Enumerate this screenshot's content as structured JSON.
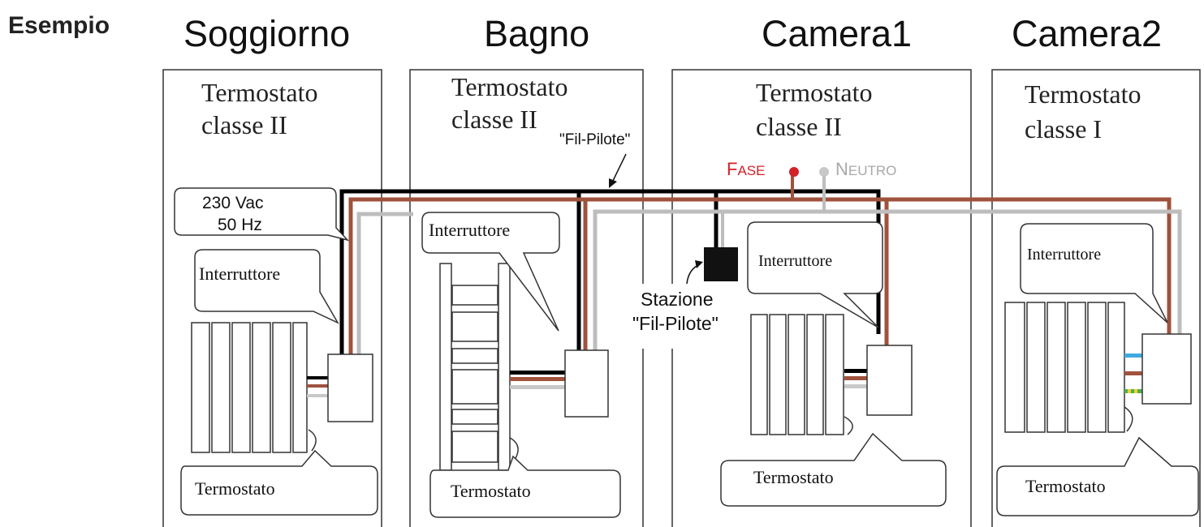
{
  "example_label": "Esempio",
  "rooms": [
    {
      "title": "Soggiorno",
      "thermostat_type": [
        "Termostato",
        "classe II"
      ],
      "switch_label": "Interruttore",
      "thermostat_label": "Termostato"
    },
    {
      "title": "Bagno",
      "thermostat_type": [
        "Termostato",
        "classe II"
      ],
      "switch_label": "Interruttore",
      "thermostat_label": "Termostato"
    },
    {
      "title": "Camera1",
      "thermostat_type": [
        "Termostato",
        "classe II"
      ],
      "switch_label": "Interruttore",
      "thermostat_label": "Termostato"
    },
    {
      "title": "Camera2",
      "thermostat_type": [
        "Termostato",
        "classe I"
      ],
      "switch_label": "Interruttore",
      "thermostat_label": "Termostato"
    }
  ],
  "supply": [
    "230 Vac",
    "50 Hz"
  ],
  "fil_pilote_label": "\"Fil-Pilote\"",
  "station_label": [
    "Stazione",
    "\"Fil-Pilote\""
  ],
  "fase_label": {
    "first": "F",
    "rest": "ASE"
  },
  "neutro_label": {
    "first": "N",
    "rest": "EUTRO"
  },
  "colors": {
    "phase": "#a0523d",
    "neutral": "#c8c8c8",
    "pilot": "#000000",
    "fase_text": "#d42027",
    "neutro_text": "#a8a8a8",
    "earth_blue": "#3fa9e0",
    "earth_green": "#4caf50",
    "earth_yellow": "#f2d22c"
  }
}
